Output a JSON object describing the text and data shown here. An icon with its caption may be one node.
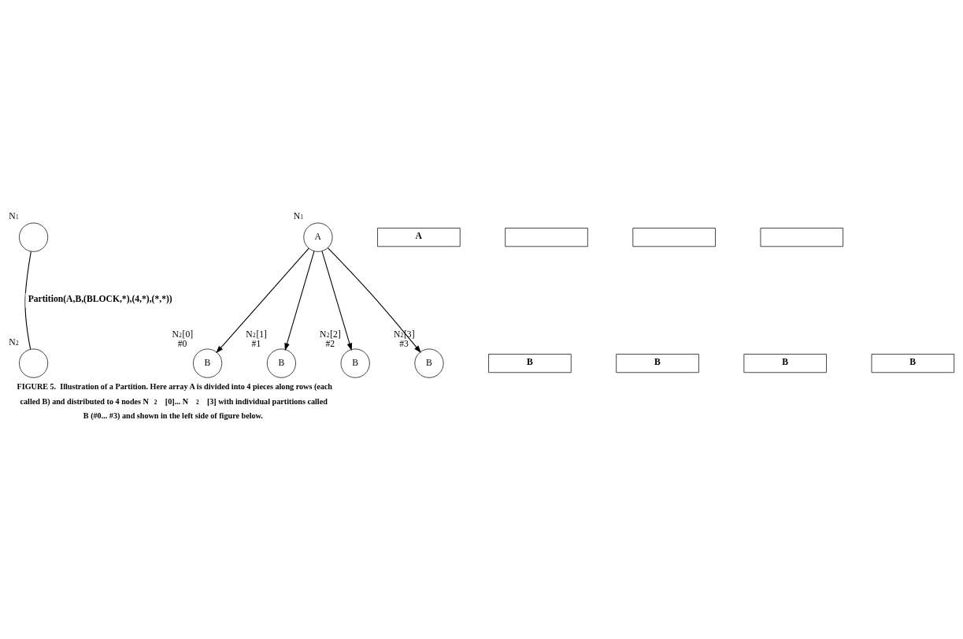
{
  "diagram": {
    "caption": "FIGURE 5.  Illustration of a Partition. Here array A is divided into 4 pieces along rows (each called B) and distributed to 4 nodes N$_{2}$[0]... N$_{2}$[3] with individual partitions called B (#0... #3) and shown in the left side of figure below.",
    "nodes": [
      {
        "text": [],
        "shape": "circle",
        "beside": [
          "N$_{1}$"
        ]
      },
      {
        "text": [],
        "shape": "circle",
        "beside": [
          "N$_{2}$"
        ]
      },
      {
        "text": [
          "A"
        ],
        "beside": [
          "N$_{1}$"
        ]
      },
      {
        "text": [
          "B"
        ],
        "beside": [
          "N$_{2}$[0]",
          "#0"
        ]
      },
      {
        "text": [
          "B"
        ],
        "beside": [
          "N$_{2}$[1]",
          "#1"
        ]
      },
      {
        "text": [
          "B"
        ],
        "beside": [
          "N$_{2}$[2]",
          "#2"
        ]
      },
      {
        "text": [
          "B"
        ],
        "beside": [
          "N$_{2}$[3]",
          "#3"
        ]
      },
      {
        "text": [
          "A"
        ]
      },
      {
        "text": [],
        "shape": "box"
      },
      {
        "text": [],
        "shape": "box"
      },
      {
        "text": [],
        "shape": "box"
      },
      {
        "text": [
          "B"
        ]
      },
      {
        "text": [
          "B"
        ]
      },
      {
        "text": [
          "B"
        ]
      },
      {
        "text": [
          "B"
        ]
      }
    ],
    "edges": [
      {
        "from": 0,
        "to": 1,
        "arrow": "none",
        "label": "Partition(A,B,(BLOCK,*),(4,*),(*,*))"
      },
      {
        "from": 2,
        "to": 3,
        "arrow": "to"
      },
      {
        "from": 2,
        "to": 4,
        "arrow": "to"
      },
      {
        "from": 2,
        "to": 5,
        "arrow": "to"
      },
      {
        "from": 2,
        "to": 6,
        "arrow": "to"
      }
    ]
  }
}
